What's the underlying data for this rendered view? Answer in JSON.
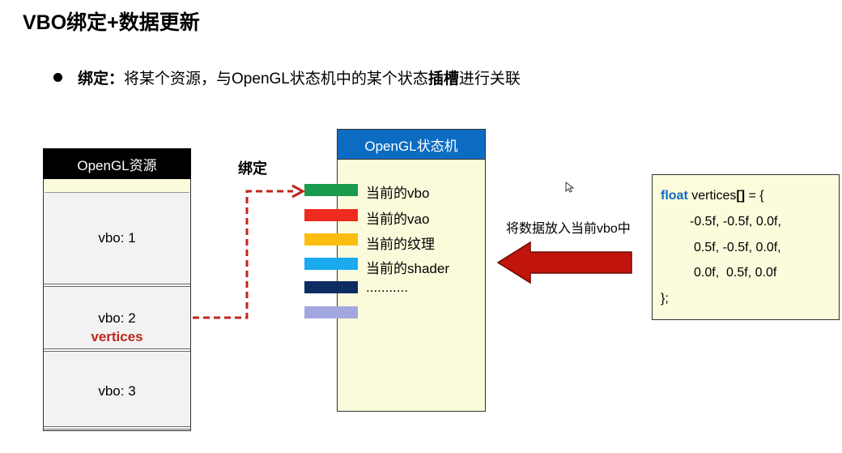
{
  "title": "VBO绑定+数据更新",
  "bullet": {
    "term": "绑定",
    "colon": "：",
    "text_before": "将某个资源，与OpenGL状态机中的某个状态",
    "emphasis": "插槽",
    "text_after": "进行关联"
  },
  "resources": {
    "header": "OpenGL资源",
    "items": [
      {
        "label": "vbo: 1"
      },
      {
        "label": "vbo: 2",
        "sublabel": "vertices"
      },
      {
        "label": "vbo: 3"
      }
    ]
  },
  "state_machine": {
    "header": "OpenGL状态机",
    "slots": [
      {
        "label": "当前的vbo",
        "color": "#1a9a4c"
      },
      {
        "label": "当前的vao",
        "color": "#ee2b1e"
      },
      {
        "label": "当前的纹理",
        "color": "#fbbd10"
      },
      {
        "label": "当前的shader",
        "color": "#19aaf0"
      },
      {
        "label": "...........",
        "color": "#0d2c62"
      },
      {
        "label": "",
        "color": "#a3a7df"
      }
    ]
  },
  "bind_label": "绑定",
  "load_label": "将数据放入当前vbo中",
  "code": {
    "keyword": "float",
    "declaration": " vertices",
    "brackets": "[]",
    "assign": " = {",
    "rows": [
      "-0.5f, -0.5f, 0.0f,",
      "0.5f, -0.5f, 0.0f,",
      "0.0f,  0.5f, 0.0f"
    ],
    "closing": "};"
  },
  "colors": {
    "dashed_arrow": "#c0261c",
    "solid_arrow": "#c0140c",
    "sm_header": "#0c6cc2"
  }
}
